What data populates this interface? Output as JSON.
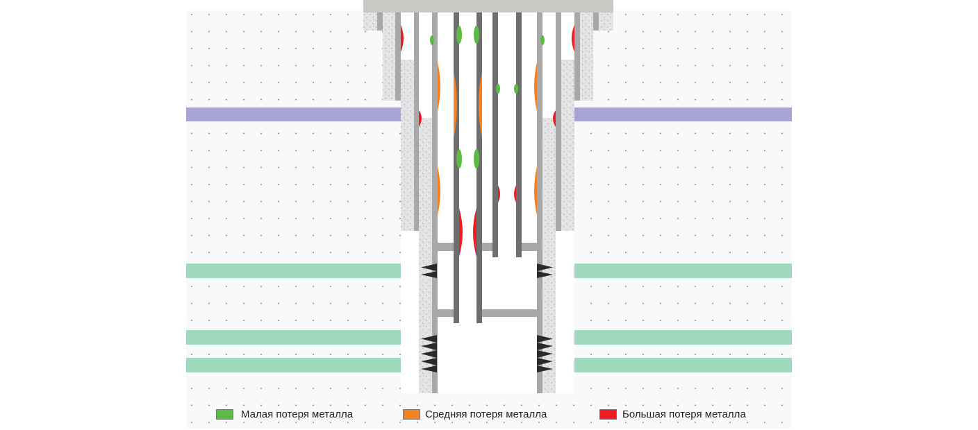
{
  "colors": {
    "small_loss": "#5dbb45",
    "medium_loss": "#f58220",
    "large_loss": "#ee1c25",
    "aquifer_band": "#a8a5d6",
    "reservoir_band": "#9fd8bd",
    "cement": "#e3e4e6",
    "casing": "#a8a8a8",
    "tubing": "#6e6e6e",
    "wellhead": "#c9c8c5"
  },
  "legend": [
    {
      "label": "Малая потеря металла",
      "color_key": "small_loss"
    },
    {
      "label": "Средняя потеря металла",
      "color_key": "medium_loss"
    },
    {
      "label": "Большая потеря металла",
      "color_key": "large_loss"
    }
  ]
}
